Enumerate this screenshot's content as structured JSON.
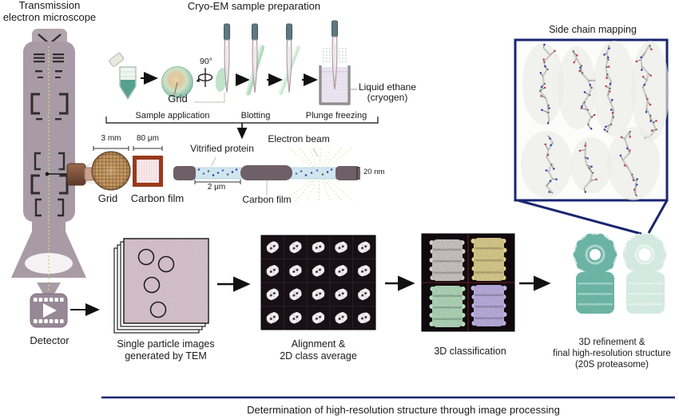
{
  "figure": {
    "tem": {
      "title_line1": "Transmission",
      "title_line2": "electron microscope",
      "detector": "Detector"
    },
    "prep": {
      "title": "Cryo-EM sample preparation",
      "grid": "Grid",
      "rotation": "90°",
      "liquid_line1": "Liquid ethane",
      "liquid_line2": "(cryogen)",
      "stage1": "Sample application",
      "stage2": "Blotting",
      "stage3": "Plunge freezing"
    },
    "specimen": {
      "grid_size": "3 mm",
      "film_size": "80 μm",
      "grid": "Grid",
      "carbon_film": "Carbon film",
      "vitrified": "Vitrified protein",
      "beam": "Electron beam",
      "scale": "2 μm",
      "carbon_film2": "Carbon film",
      "thickness": "20 nm"
    },
    "mapping": {
      "title": "Side chain mapping"
    },
    "flow": {
      "step1_line1": "Single particle images",
      "step1_line2": "generated by TEM",
      "step2_line1": "Alignment &",
      "step2_line2": "2D class average",
      "step3": "3D classification",
      "step4_line1": "3D refinement &",
      "step4_line2": "final high-resolution structure",
      "step4_line3": "(20S proteasome)"
    },
    "caption": "Determination of high-resolution structure through image processing"
  },
  "colors": {
    "navy": "#1a2670",
    "microscope_body": "#a99ba5",
    "teal_structure": "#6fb3a0",
    "ink": "#1a1a1a"
  }
}
